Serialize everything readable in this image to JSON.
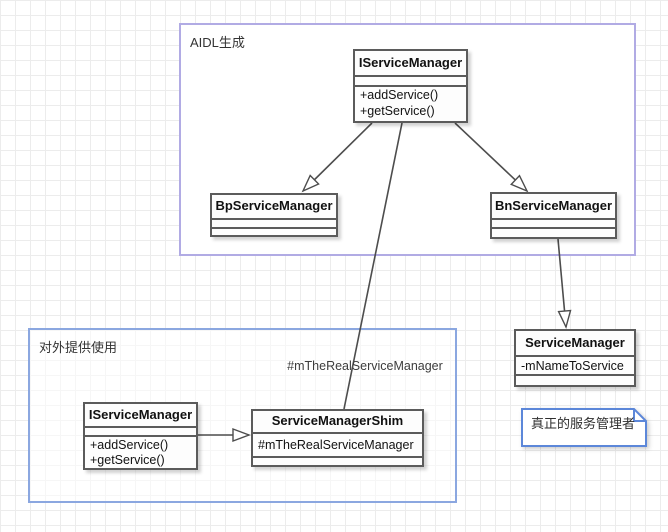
{
  "colors": {
    "grid": "#ececec",
    "class_border": "#5b5b5b",
    "class_fill": "#fdfdfd",
    "edge": "#4d4d4d",
    "container_aidl_border": "#b1abe4",
    "container_external_border": "#8ba7e0",
    "note_border": "#5c87d9"
  },
  "containers": [
    {
      "label": "AIDL生成"
    },
    {
      "label": "对外提供使用"
    }
  ],
  "classes": [
    {
      "name": "IServiceManager",
      "methods": [
        "+addService()",
        "+getService()"
      ]
    },
    {
      "name": "BpServiceManager"
    },
    {
      "name": "BnServiceManager"
    },
    {
      "name": "ServiceManager",
      "attributes": [
        "-mNameToService"
      ]
    },
    {
      "name": "IServiceManager",
      "methods": [
        "+addService()",
        "+getService()"
      ]
    },
    {
      "name": "ServiceManagerShim",
      "attributes": [
        "#mTheRealServiceManager"
      ]
    }
  ],
  "edge_labels": [
    {
      "text": "#mTheRealServiceManager"
    }
  ],
  "note": {
    "text": "真正的服务管理者"
  }
}
